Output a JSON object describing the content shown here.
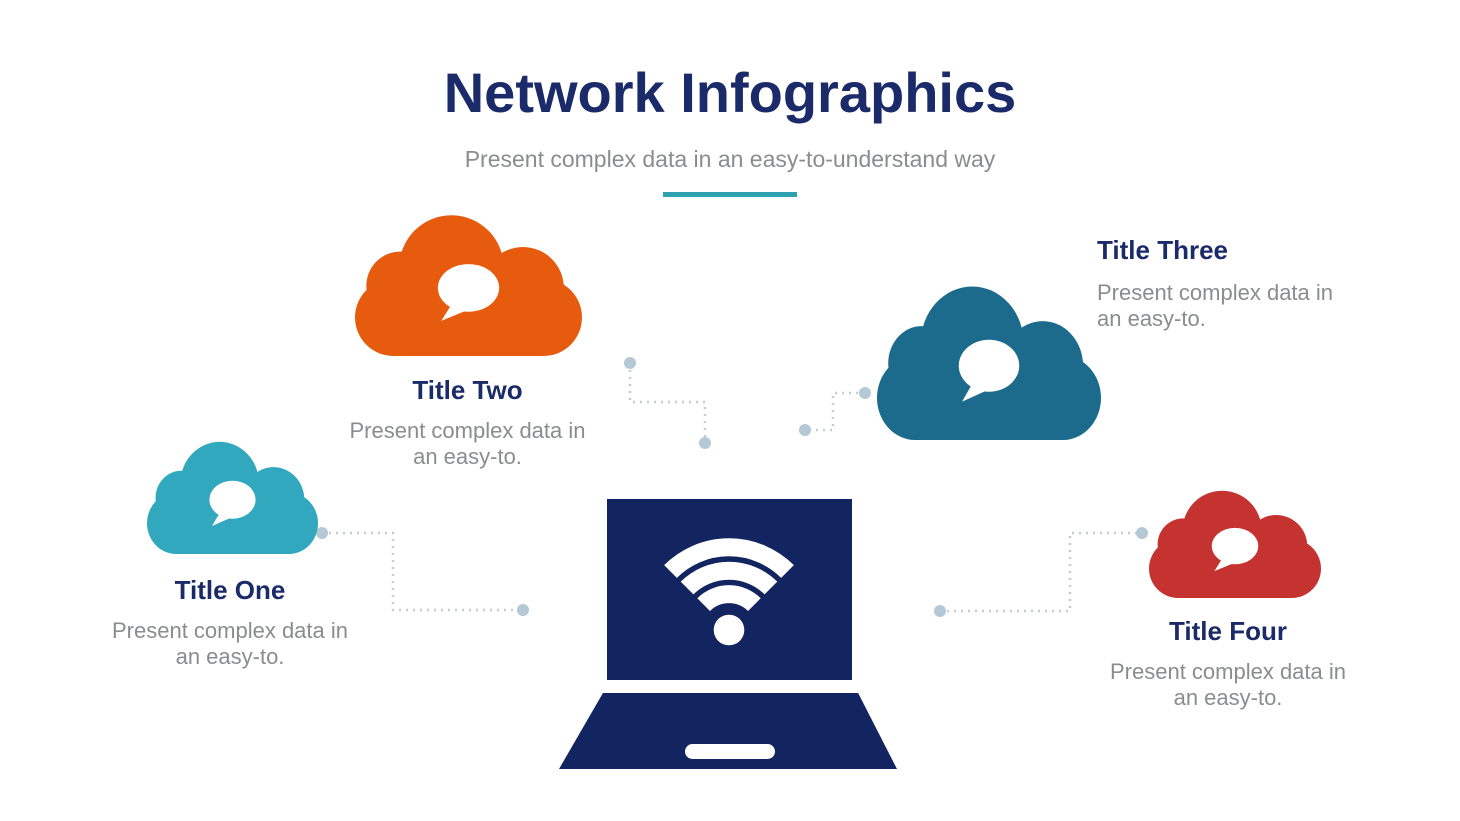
{
  "header": {
    "title": "Network Infographics",
    "subtitle": "Present complex data in an easy-to-understand way",
    "accent_color": "#2ea2b1"
  },
  "items": [
    {
      "title": "Title One",
      "description": "Present complex data in an easy-to.",
      "color": "#31a8bd"
    },
    {
      "title": "Title Two",
      "description": "Present complex data in an easy-to.",
      "color": "#e75b0e"
    },
    {
      "title": "Title Three",
      "description": "Present complex data in an easy-to.",
      "color": "#1c6b8c"
    },
    {
      "title": "Title Four",
      "description": "Present complex data in an easy-to.",
      "color": "#c43330"
    }
  ],
  "laptop": {
    "icon": "wifi-icon",
    "color": "#132560"
  },
  "style": {
    "title_text_color": "#1b2a68",
    "body_text_color": "#8a8c8e",
    "connector_line_color": "#c6ccd1",
    "connector_dot_color": "#b4c8d5",
    "bubble_color": "#ffffff"
  }
}
